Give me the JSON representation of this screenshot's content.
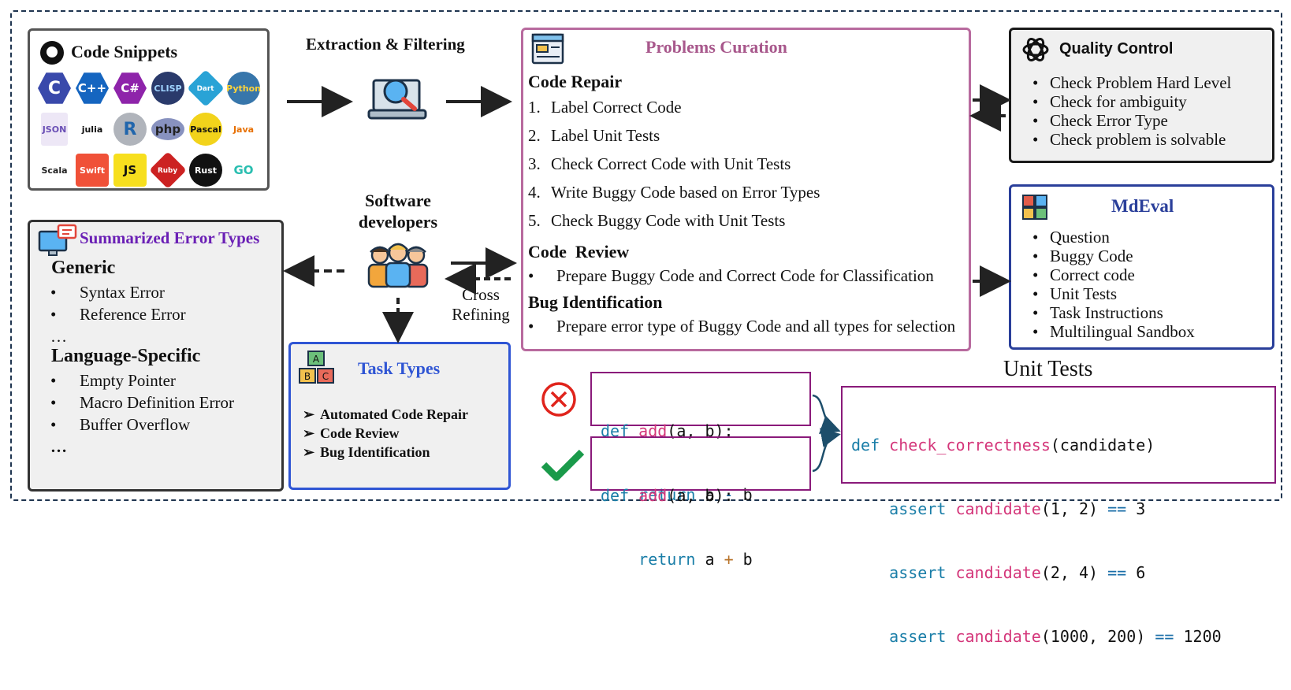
{
  "code_snippets": {
    "title": "Code Snippets",
    "languages": [
      "C",
      "C++",
      "C#",
      "CLISP",
      "Dart",
      "Python",
      "JSON",
      "julia",
      "R",
      "php",
      "Pascal",
      "Java",
      "Scala",
      "Swift",
      "JS",
      "Ruby",
      "Rust",
      "GO"
    ]
  },
  "extraction": {
    "label": "Extraction & Filtering"
  },
  "developers": {
    "label_line1": "Software",
    "label_line2": "developers",
    "cross_line1": "Cross",
    "cross_line2": "Refining"
  },
  "problems": {
    "title": "Problems Curation",
    "code_repair": {
      "heading": "Code Repair",
      "steps": [
        "Label Correct Code",
        "Label Unit Tests",
        "Check Correct Code with Unit Tests",
        "Write Buggy Code based on Error Types",
        "Check Buggy Code with  Unit Tests"
      ]
    },
    "code_review": {
      "heading": "Code  Review",
      "item": "Prepare Buggy Code and Correct Code for Classification"
    },
    "bug_identification": {
      "heading": "Bug Identification",
      "item": "Prepare error type of Buggy Code and all types for selection"
    }
  },
  "quality_control": {
    "title": "Quality Control",
    "items": [
      "Check Problem Hard Level",
      "Check for ambiguity",
      "Check Error Type",
      "Check problem is solvable"
    ]
  },
  "mdeval": {
    "title": "MdEval",
    "items": [
      "Question",
      "Buggy Code",
      "Correct code",
      "Unit Tests",
      "Task Instructions",
      "Multilingual Sandbox"
    ]
  },
  "error_types": {
    "title": "Summarized Error Types",
    "generic_heading": "Generic",
    "generic_items": [
      "Syntax Error",
      "Reference Error"
    ],
    "ellipsis": "…",
    "specific_heading": "Language-Specific",
    "specific_items": [
      "Empty Pointer",
      "Macro Definition Error",
      "Buffer Overflow"
    ],
    "ellipsis2": "…"
  },
  "task_types": {
    "title": "Task Types",
    "items": [
      "Automated Code Repair",
      "Code Review",
      "Bug Identification"
    ],
    "blocks": [
      "A",
      "B",
      "C"
    ]
  },
  "unit_tests": {
    "title": "Unit Tests"
  },
  "code": {
    "def": "def",
    "add": "add",
    "params": "(a, b):",
    "ret": "return",
    "a": "a",
    "minus": "-",
    "plus": "+",
    "b": "b",
    "check": "check_correctness",
    "cand_param": "(candidate)",
    "assert": "assert",
    "candidate": "candidate",
    "args": [
      "(1, 2)",
      "(2, 4)",
      "(1000, 200)"
    ],
    "eq": "==",
    "results": [
      "3",
      "6",
      "1200"
    ]
  },
  "colors": {
    "problems_border": "#b86a9e",
    "problems_title": "#a8588c",
    "mdeval_border": "#2a3f9a",
    "task_border": "#2f55d4",
    "error_title": "#6a1fb5",
    "code_border": "#8a1a7a",
    "wrong": "#e0241c",
    "right": "#1a9a4a"
  }
}
